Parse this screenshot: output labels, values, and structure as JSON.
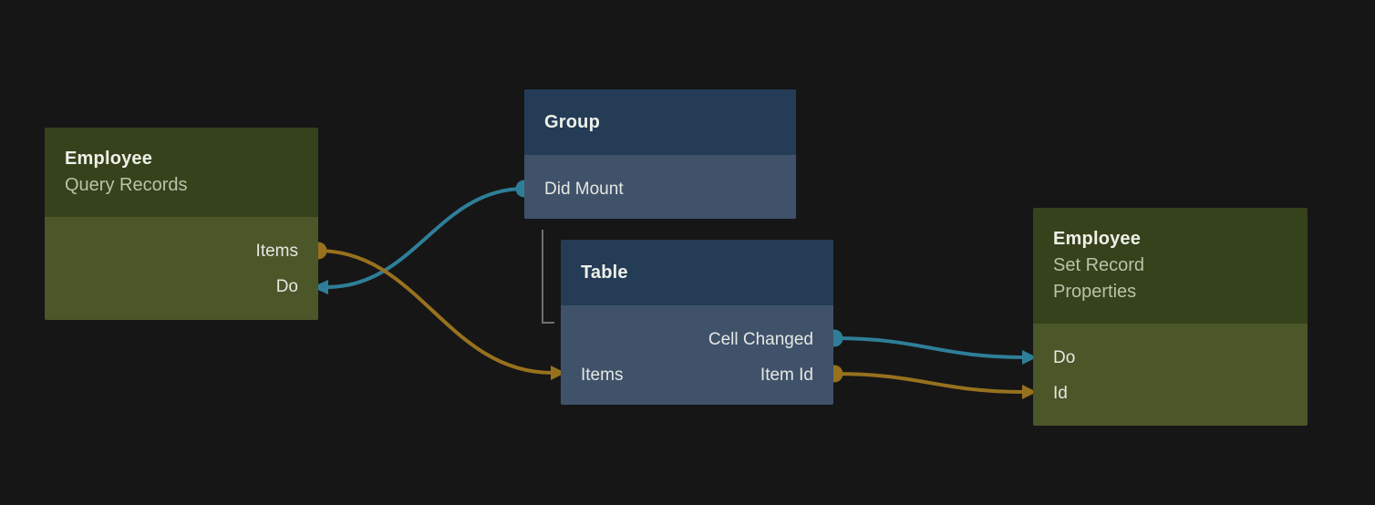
{
  "canvas": {
    "background": "#161616"
  },
  "colors": {
    "green_header": "#36421c",
    "green_body": "#4b5629",
    "blue_header": "#243c56",
    "blue_body": "#40526a",
    "teal": "#2f7e99",
    "orange": "#97711e",
    "hierarchy_line": "#6f6f6f",
    "title_text": "#eef0e8",
    "subtitle_text": "#bac2a8",
    "port_text": "#e4e8e3"
  },
  "nodes": [
    {
      "id": "employee-query-records",
      "title": "Employee",
      "subtitle": "Query Records",
      "ports": [
        {
          "label": "Items",
          "side": "right",
          "direction": "output",
          "wire_color": "orange"
        },
        {
          "label": "Do",
          "side": "right",
          "direction": "input",
          "wire_color": "teal"
        }
      ]
    },
    {
      "id": "group",
      "title": "Group",
      "ports": [
        {
          "label": "Did Mount",
          "side": "left",
          "direction": "output",
          "wire_color": "teal"
        }
      ]
    },
    {
      "id": "table",
      "title": "Table",
      "ports": [
        {
          "label": "Cell Changed",
          "side": "right",
          "direction": "output",
          "wire_color": "teal"
        },
        {
          "label": "Items",
          "side": "left",
          "direction": "input",
          "wire_color": "orange"
        },
        {
          "label": "Item Id",
          "side": "right",
          "direction": "output",
          "wire_color": "orange"
        }
      ]
    },
    {
      "id": "employee-set-record-properties",
      "title": "Employee",
      "subtitle": "Set Record Properties",
      "ports": [
        {
          "label": "Do",
          "side": "left",
          "direction": "input",
          "wire_color": "teal"
        },
        {
          "label": "Id",
          "side": "left",
          "direction": "input",
          "wire_color": "orange"
        }
      ]
    }
  ],
  "connections": [
    {
      "from": "Group.Did Mount",
      "to": "Employee Query Records.Do",
      "color": "teal"
    },
    {
      "from": "Employee Query Records.Items",
      "to": "Table.Items",
      "color": "orange"
    },
    {
      "from": "Table.Cell Changed",
      "to": "Employee Set Record Properties.Do",
      "color": "teal"
    },
    {
      "from": "Table.Item Id",
      "to": "Employee Set Record Properties.Id",
      "color": "orange"
    }
  ],
  "hierarchy": {
    "parent": "Group",
    "child": "Table"
  }
}
